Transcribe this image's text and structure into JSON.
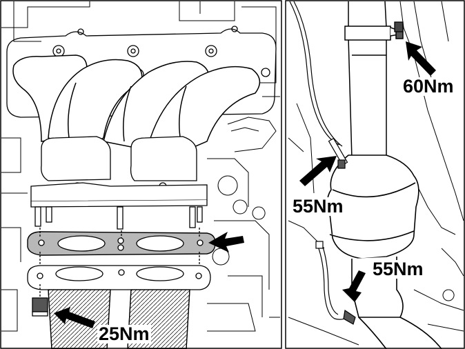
{
  "labels": {
    "torque_60": "60Nm",
    "torque_55_upper": "55Nm",
    "torque_55_lower": "55Nm",
    "torque_25": "25Nm"
  },
  "colors": {
    "line": "#000000",
    "background": "#ffffff",
    "gasket_fill": "#b8b8b8"
  },
  "icons": {
    "pointer": "arrow-icon"
  }
}
